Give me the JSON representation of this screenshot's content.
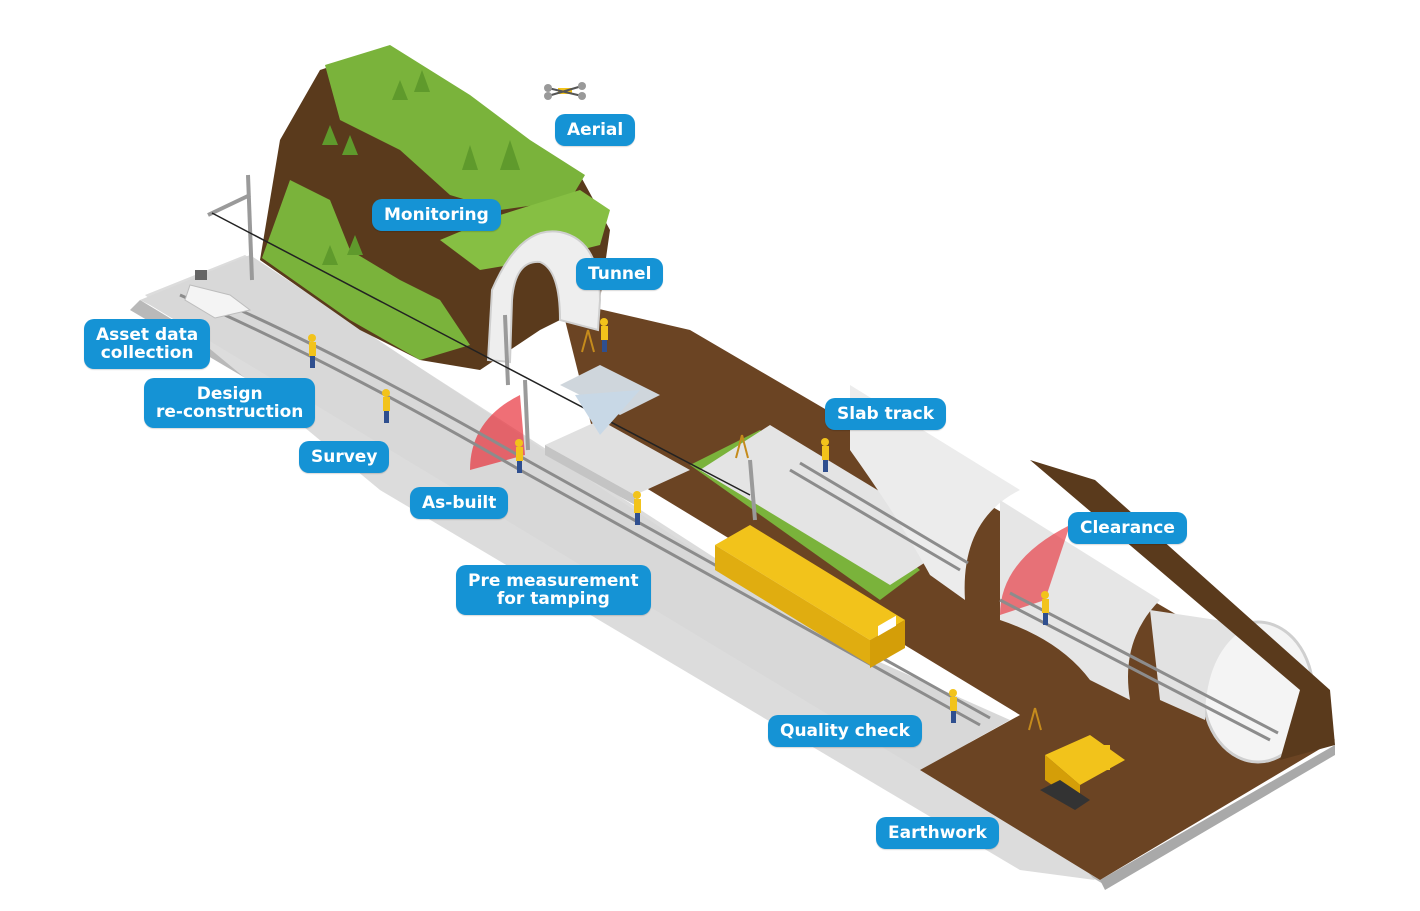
{
  "labels": {
    "aerial": "Aerial",
    "monitoring": "Monitoring",
    "tunnel": "Tunnel",
    "asset_data_line1": "Asset data",
    "asset_data_line2": "collection",
    "design_line1": "Design",
    "design_line2": "re-construction",
    "survey": "Survey",
    "as_built": "As-built",
    "pre_measurement_line1": "Pre measurement",
    "pre_measurement_line2": "for tamping",
    "slab_track": "Slab track",
    "clearance": "Clearance",
    "quality_check": "Quality check",
    "earthwork": "Earthwork"
  },
  "colors": {
    "label_bg": "#1593d5",
    "label_text": "#ffffff",
    "grass": "#7ab33b",
    "soil": "#6b4423",
    "soil_dark": "#4a2e17",
    "gravel": "#d9d9d9",
    "base_edge": "#b9b9b9",
    "machine_yellow": "#f2c31b",
    "tunnel_white": "#eeeeee",
    "scan_red": "#e8323c",
    "track_steel": "#8c8c8c"
  },
  "icons": [
    "drone-icon",
    "tamping-machine",
    "bulldozer",
    "road-rail-vehicle",
    "catenary-mast",
    "survey-tripod",
    "worker"
  ]
}
